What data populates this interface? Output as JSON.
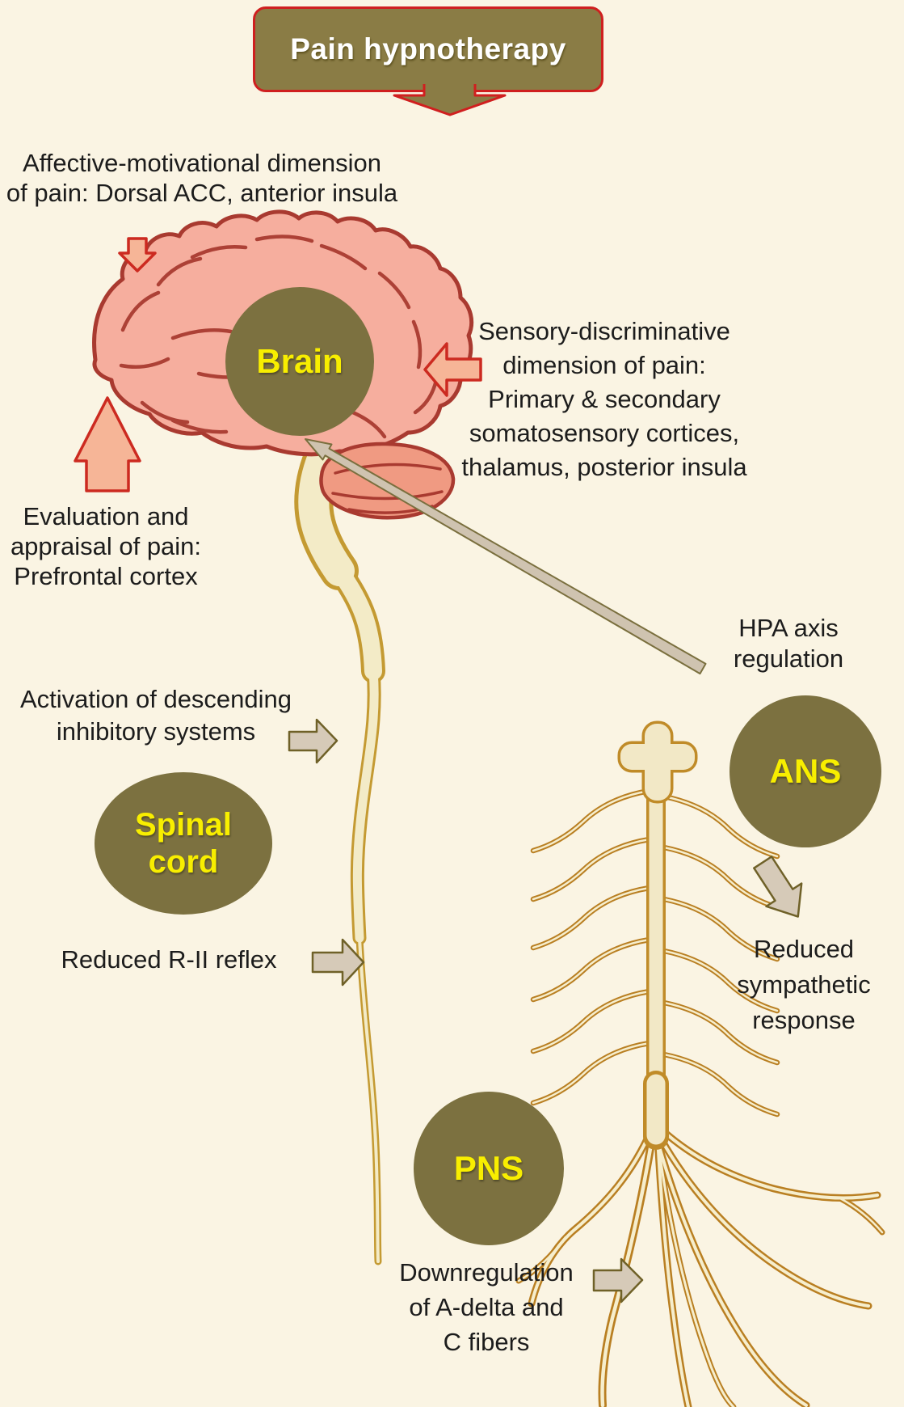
{
  "title": {
    "label": "Pain hypnotherapy"
  },
  "nodes": {
    "brain": "Brain",
    "spinal_cord": "Spinal\ncord",
    "ans": "ANS",
    "pns": "PNS"
  },
  "annotations": {
    "affective": "Affective-motivational dimension\nof pain: Dorsal ACC, anterior insula",
    "sensory": "Sensory-discriminative\ndimension of pain:\nPrimary & secondary\nsomatosensory cortices,\nthalamus, posterior insula",
    "evaluation": "Evaluation and\nappraisal of pain:\nPrefrontal cortex",
    "hpa": "HPA axis\nregulation",
    "activation": "Activation of descending\ninhibitory systems",
    "reduced_reflex": "Reduced R-II reflex",
    "reduced_sympathetic": "Reduced\nsympathetic\nresponse",
    "downregulation": "Downregulation\nof A-delta and\nC fibers"
  },
  "colors": {
    "background": "#faf4e3",
    "node_fill": "#7c7140",
    "node_text": "#f8ee00",
    "title_fill": "#8a7c45",
    "title_border": "#cf1f1f",
    "title_text": "#ffffff",
    "salmon_arrow": "#f6b597",
    "salmon_arrow_border": "#cc2a20",
    "tan_arrow": "#d6cab8",
    "tan_arrow_border": "#6f6128",
    "brain_fill": "#f6ae9e",
    "brain_outline": "#a93a30",
    "cerebellum_fill": "#f09a82",
    "nerve_outline": "#c0952f",
    "nerve_fill": "#f3ebc7"
  }
}
